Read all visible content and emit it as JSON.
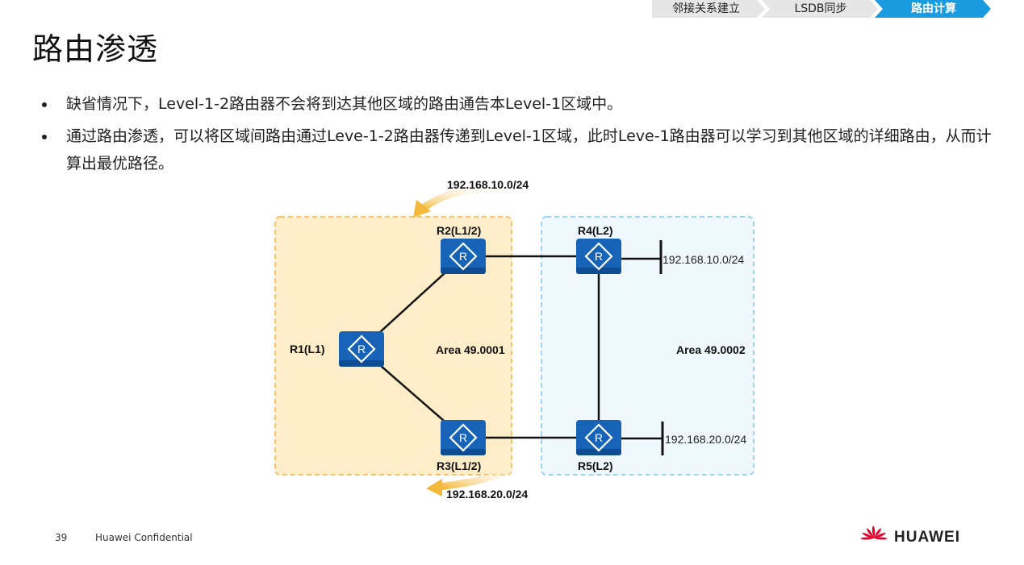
{
  "title": "路由渗透",
  "progress": {
    "steps": [
      "邻接关系建立",
      "LSDB同步",
      "路由计算"
    ],
    "active_index": 2,
    "colors": {
      "inactive": "#e6e6e6",
      "active": "#1a9be0"
    }
  },
  "bullets": [
    "缺省情况下，Level-1-2路由器不会将到达其他区域的路由通告本Level-1区域中。",
    "通过路由渗透，可以将区域间路由通过Leve-1-2路由器传递到Level-1区域，此时Leve-1路由器可以学习到其他区域的详细路由，从而计算出最优路径。"
  ],
  "diagram": {
    "areas": [
      {
        "label": "Area 49.0001",
        "fill": "#fdeec9",
        "stroke": "#f5c46a"
      },
      {
        "label": "Area 49.0002",
        "fill": "#eef8fd",
        "stroke": "#9dd4f0"
      }
    ],
    "routers": [
      {
        "id": "R1",
        "label": "R1(L1)"
      },
      {
        "id": "R2",
        "label": "R2(L1/2)"
      },
      {
        "id": "R3",
        "label": "R3(L1/2)"
      },
      {
        "id": "R4",
        "label": "R4(L2)"
      },
      {
        "id": "R5",
        "label": "R5(L2)"
      }
    ],
    "networks": [
      {
        "label": "192.168.10.0/24"
      },
      {
        "label": "192.168.20.0/24"
      }
    ],
    "leaked_routes": [
      {
        "label": "192.168.10.0/24"
      },
      {
        "label": "192.168.20.0/24"
      }
    ],
    "router_color": "#1763b8",
    "arrow_color": "#f4b93a"
  },
  "footer": {
    "page_number": "39",
    "confidential": "Huawei Confidential",
    "logo_text": "HUAWEI",
    "logo_color": "#e4002b"
  }
}
